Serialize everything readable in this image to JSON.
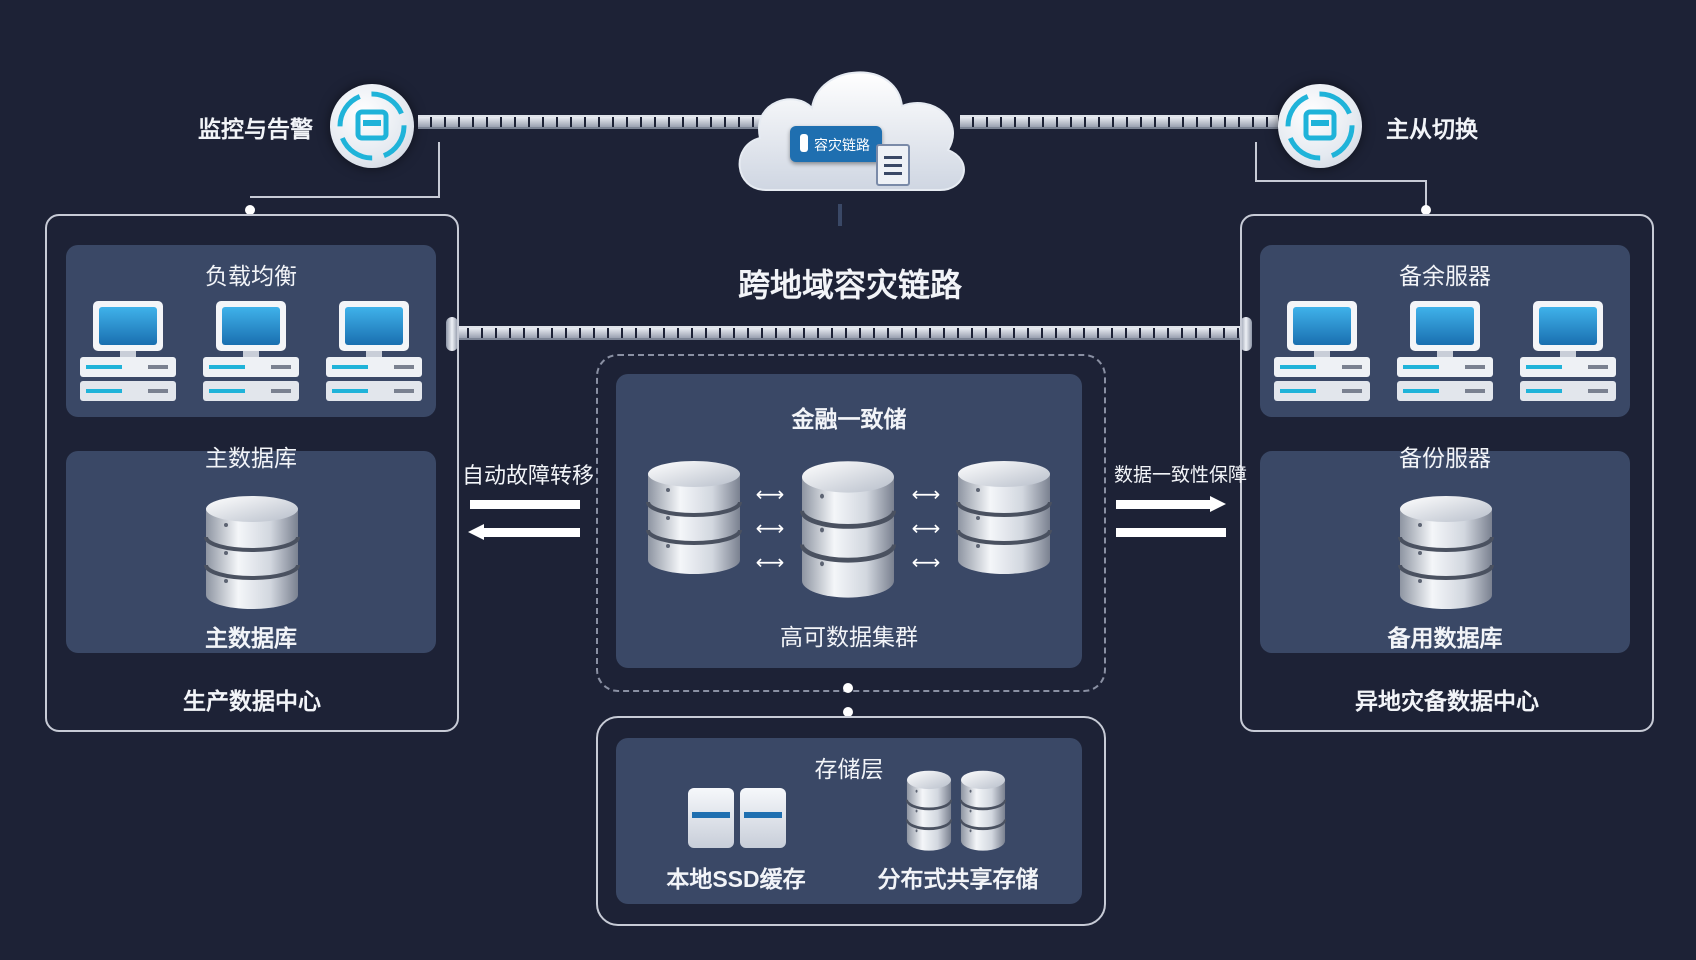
{
  "top": {
    "monitor_label": "监控与告警",
    "switch_label": "主从切换",
    "cloud_badge": "容灾链路",
    "link_title": "跨地域容灾链路"
  },
  "left_dc": {
    "lb_title": "负载均衡",
    "mid_label": "主数据库",
    "db_label": "主数据库",
    "dc_label": "生产数据中心",
    "failover_label": "自动故障转移"
  },
  "right_dc": {
    "servers_title": "备余服器",
    "mid_label": "备份服器",
    "db_label": "备用数据库",
    "dc_label": "异地灾备数据中心",
    "consistency_label": "数据一致性保障"
  },
  "cluster": {
    "title": "金融一致储",
    "label": "高可数据集群"
  },
  "storage": {
    "title": "存储层",
    "local_label": "本地SSD缓存",
    "shared_label": "分布式共享存储"
  },
  "colors": {
    "background": "#1d2236",
    "panel": "#3a4866",
    "screen": "#1f8fd0",
    "accent": "#1fb3d9"
  }
}
